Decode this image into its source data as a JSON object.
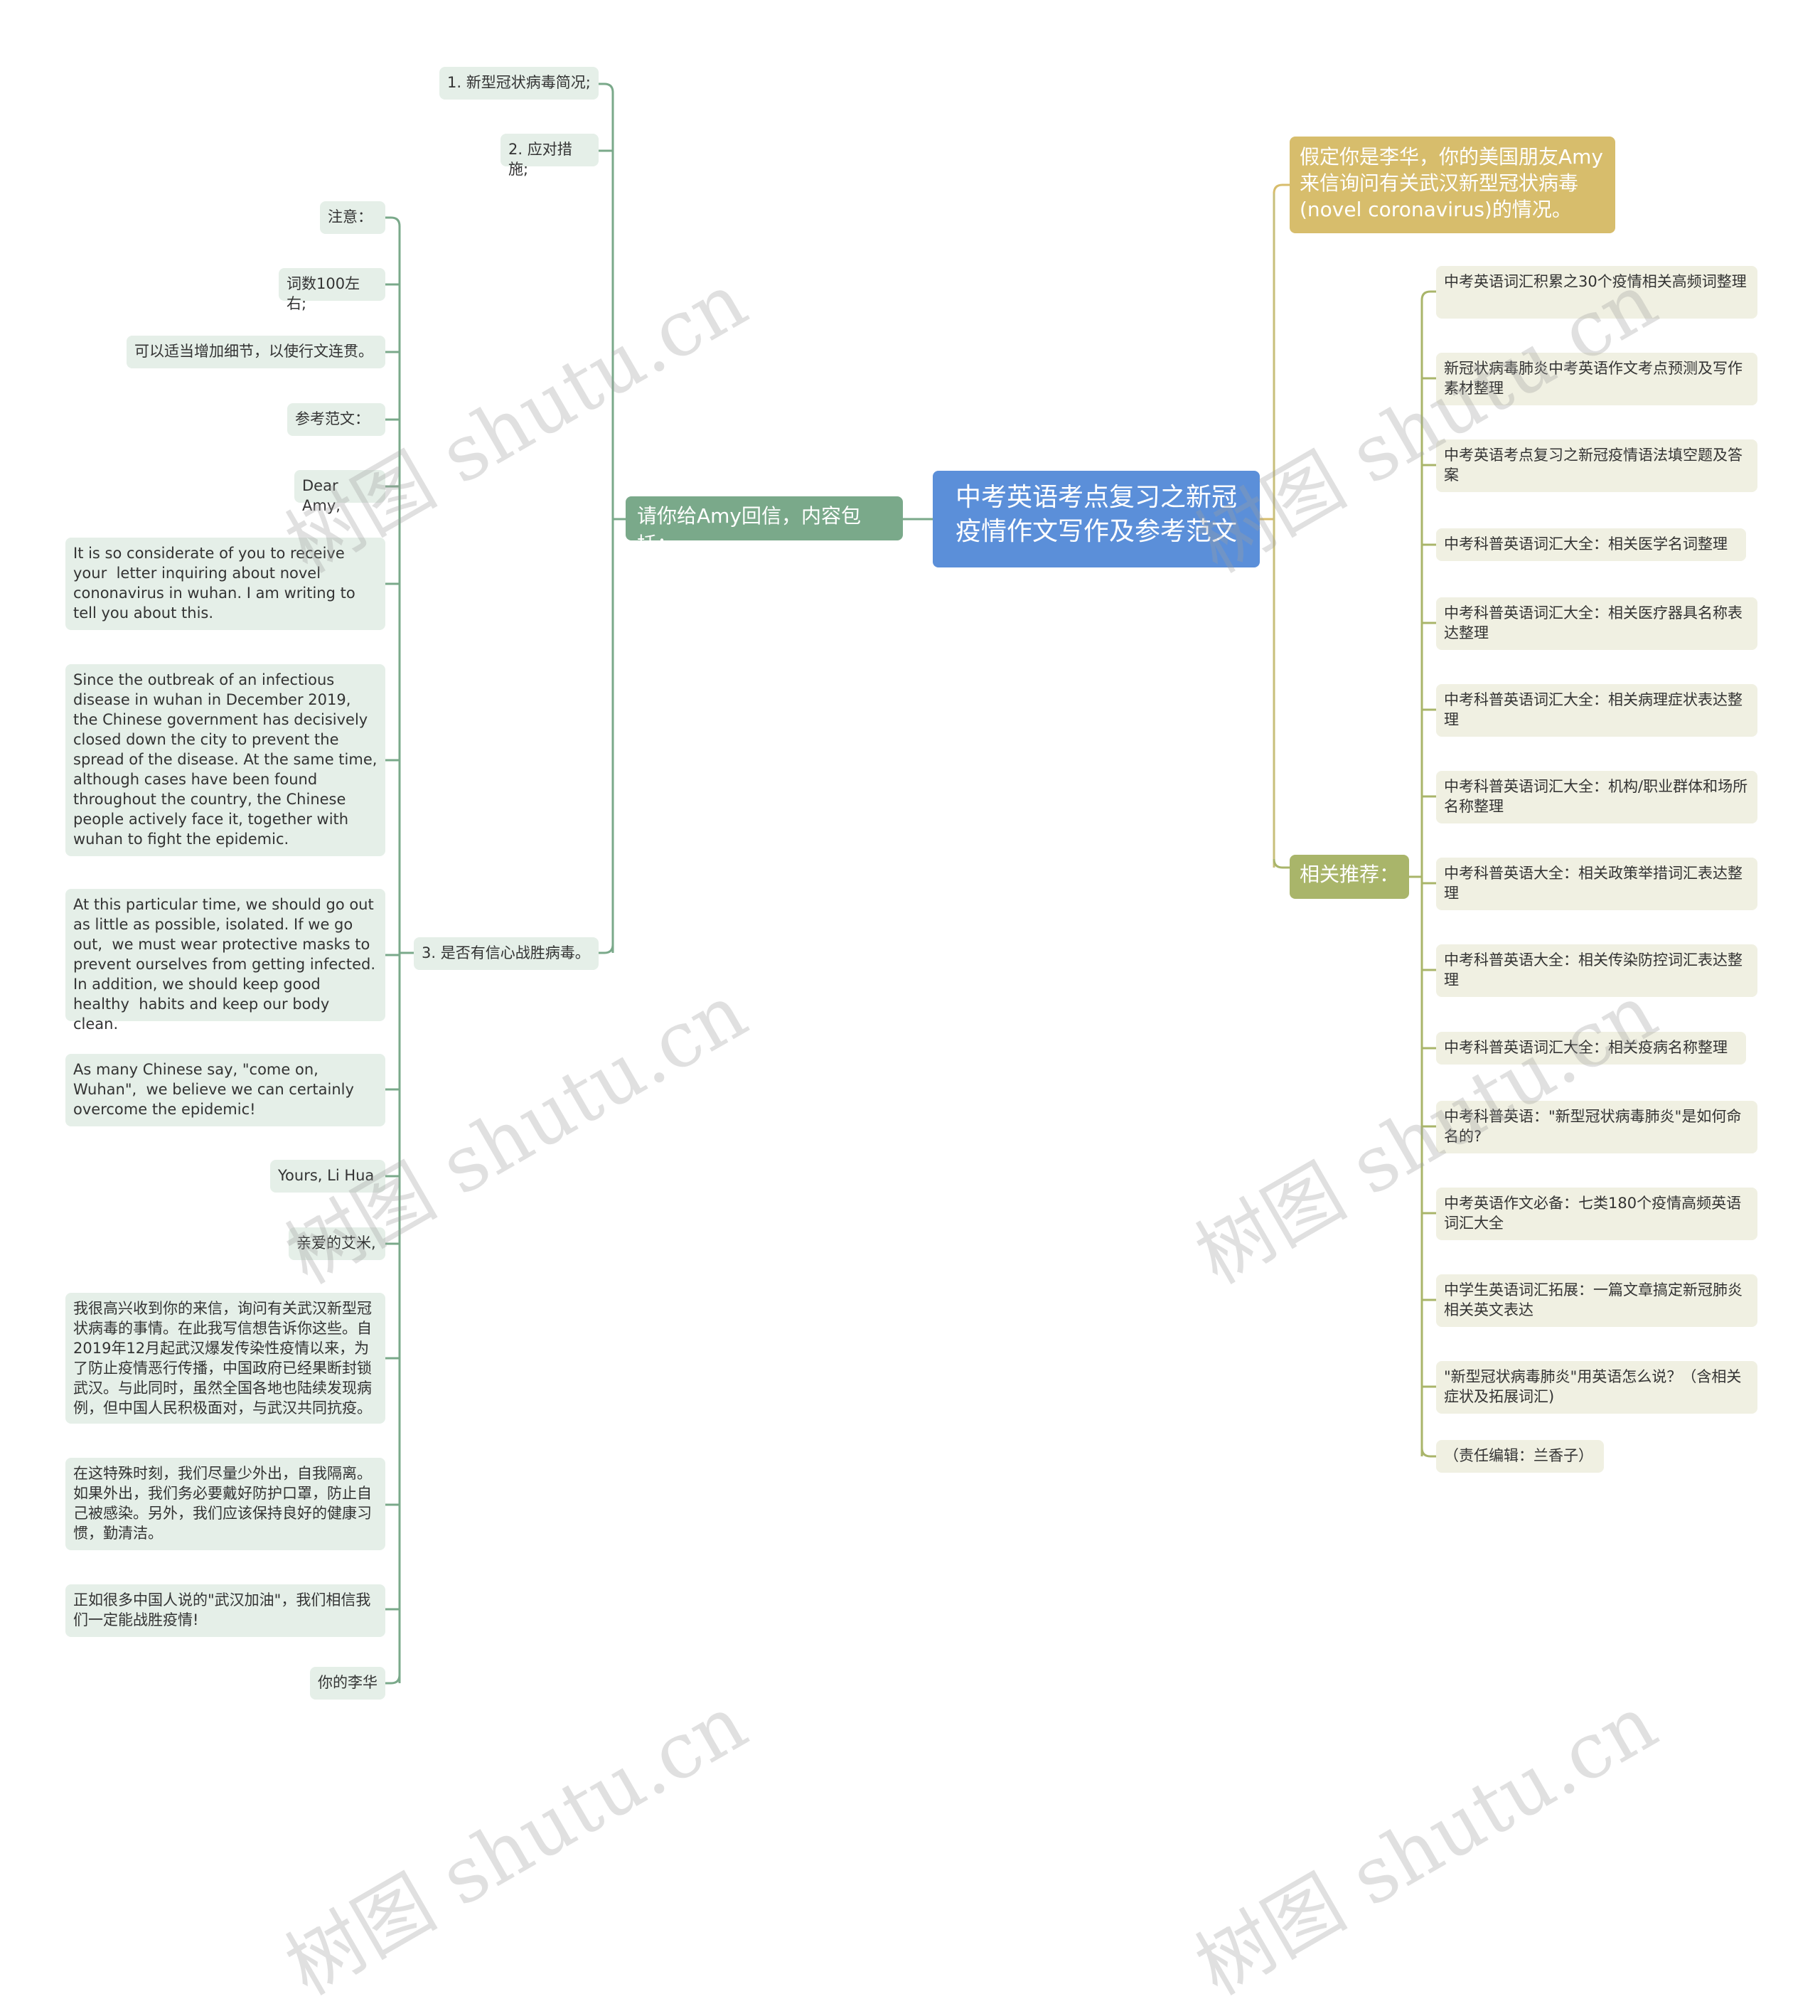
{
  "root": {
    "title": "中考英语考点复习之新冠疫情作文写作及参考范文"
  },
  "left": {
    "branch_label": "请你给Amy回信，内容包括：",
    "points": [
      "1. 新型冠状病毒简况;",
      "2. 应对措施;",
      "3. 是否有信心战胜病毒。"
    ],
    "details": [
      "注意：",
      "词数100左右;",
      "可以适当增加细节，以使行文连贯。",
      "参考范文：",
      "Dear Amy,",
      "It is so considerate of you to receive your  letter inquiring about novel cononavirus in wuhan. I am writing to tell you about this.",
      "Since the outbreak of an infectious disease in wuhan in December 2019, the Chinese government has decisively closed down the city to prevent the spread of the disease. At the same time, although cases have been found throughout the country, the Chinese people actively face it, together with wuhan to fight the epidemic.",
      "At this particular time, we should go out as little as possible, isolated. If we go out,  we must wear protective masks to prevent ourselves from getting infected. In addition, we should keep good healthy  habits and keep our body clean.",
      "As many Chinese say, \"come on, Wuhan\",  we believe we can certainly overcome the epidemic!",
      "Yours, Li Hua",
      "亲爱的艾米,",
      "我很高兴收到你的来信，询问有关武汉新型冠状病毒的事情。在此我写信想告诉你这些。自2019年12月起武汉爆发传染性疫情以来，为了防止疫情恶行传播，中国政府已经果断封锁武汉。与此同时，虽然全国各地也陆续发现病例，但中国人民积极面对，与武汉共同抗疫。",
      "在这特殊时刻，我们尽量少外出，自我隔离。如果外出，我们务必要戴好防护口罩，防止自己被感染。另外，我们应该保持良好的健康习惯，勤清洁。",
      "正如很多中国人说的\"武汉加油\"，我们相信我们一定能战胜疫情!",
      "你的李华"
    ]
  },
  "right": {
    "prompt": "假定你是李华，你的美国朋友Amy来信询问有关武汉新型冠状病毒(novel coronavirus)的情况。",
    "related_label": "相关推荐：",
    "related": [
      "中考英语词汇积累之30个疫情相关高频词整理",
      "新冠状病毒肺炎中考英语作文考点预测及写作素材整理",
      "中考英语考点复习之新冠疫情语法填空题及答案",
      "中考科普英语词汇大全：相关医学名词整理",
      "中考科普英语词汇大全：相关医疗器具名称表达整理",
      "中考科普英语词汇大全：相关病理症状表达整理",
      "中考科普英语词汇大全：机构/职业群体和场所名称整理",
      "中考科普英语大全：相关政策举措词汇表达整理",
      "中考科普英语大全：相关传染防控词汇表达整理",
      "中考科普英语词汇大全：相关疫病名称整理",
      "中考科普英语：\"新型冠状病毒肺炎\"是如何命名的?",
      "中考英语作文必备：七类180个疫情高频英语词汇大全",
      "中学生英语词汇拓展：一篇文章搞定新冠肺炎相关英文表达",
      "\"新型冠状病毒肺炎\"用英语怎么说？（含相关症状及拓展词汇)",
      "（责任编辑：兰香子）"
    ]
  },
  "watermark": "树图 shutu.cn",
  "colors": {
    "root": "#5b8fd9",
    "left_branch": "#7aa98a",
    "left_line": "#7aa98a",
    "right_note": "#d7bd6c",
    "right_green": "#a9b56a",
    "leaf_green": "#e5efe8",
    "leaf_yellow": "#f0f0e2"
  }
}
